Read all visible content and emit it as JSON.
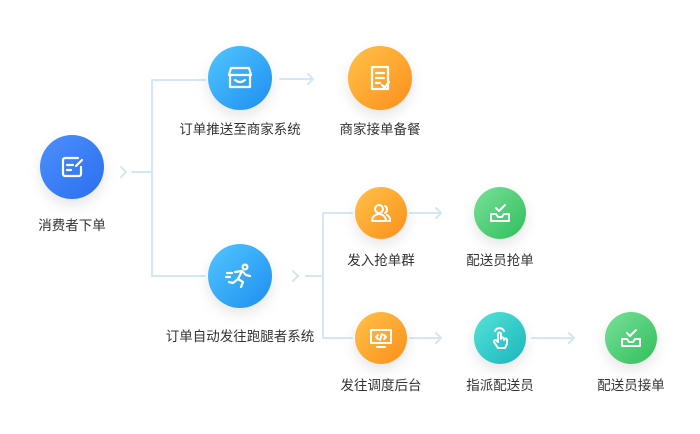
{
  "nodes": {
    "consumer_order": {
      "label": "消费者下单",
      "icon": "edit-note-icon",
      "color": "#2f7df5"
    },
    "push_merchant": {
      "label": "订单推送至商家系统",
      "icon": "store-icon",
      "color": "#2aa6f7"
    },
    "merchant_accept": {
      "label": "商家接单备餐",
      "icon": "clipboard-check-icon",
      "color": "#fb9a22"
    },
    "auto_dispatch": {
      "label": "订单自动发往跑腿者系统",
      "icon": "runner-icon",
      "color": "#2aa6f7"
    },
    "grab_group": {
      "label": "发入抢单群",
      "icon": "group-users-icon",
      "color": "#fb9a22"
    },
    "courier_grab": {
      "label": "配送员抢单",
      "icon": "inbox-check-icon",
      "color": "#36c45f"
    },
    "dispatch_backend": {
      "label": "发往调度后台",
      "icon": "monitor-code-icon",
      "color": "#fb9a22"
    },
    "assign_courier": {
      "label": "指派配送员",
      "icon": "tap-hand-icon",
      "color": "#1ebcc2"
    },
    "courier_accept": {
      "label": "配送员接单",
      "icon": "inbox-check-icon",
      "color": "#36c45f"
    }
  },
  "colors": {
    "connector": "#c9e3f3",
    "arrow": "#c7d9ea",
    "text": "#333333"
  }
}
